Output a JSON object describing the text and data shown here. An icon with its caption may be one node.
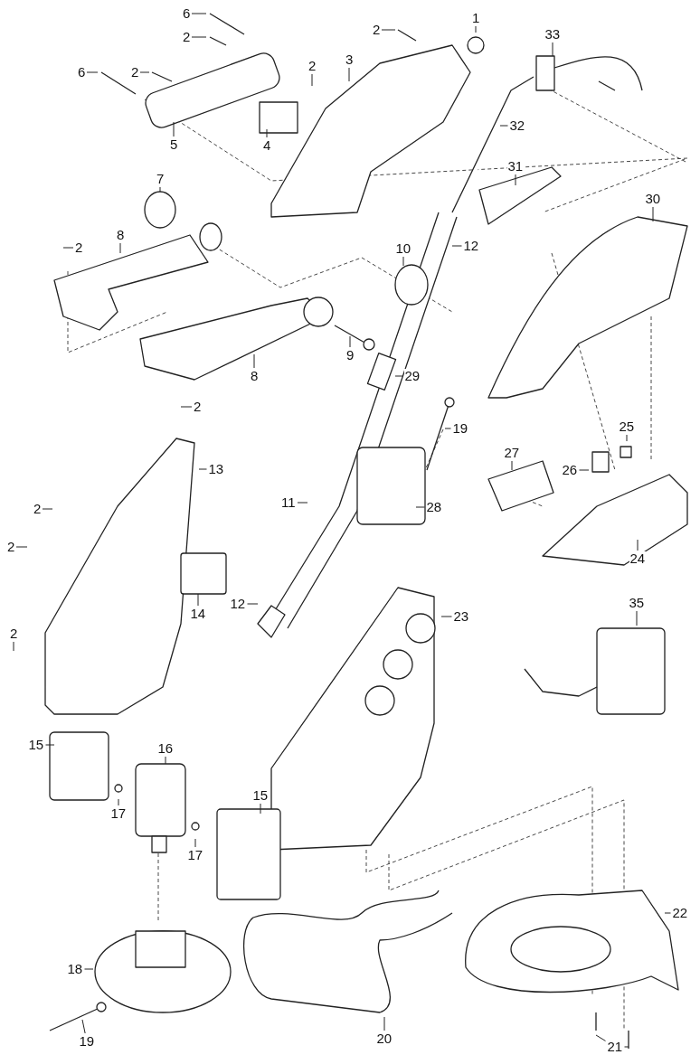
{
  "diagram": {
    "nodes": [
      {
        "text": [
          "6"
        ]
      },
      {
        "text": [
          "1"
        ]
      },
      {
        "text": [
          "2"
        ]
      },
      {
        "text": [
          "33"
        ]
      },
      {
        "text": [
          "2"
        ]
      },
      {
        "text": [
          "3"
        ]
      },
      {
        "text": [
          "2"
        ]
      },
      {
        "text": [
          "6"
        ]
      },
      {
        "text": [
          "2"
        ]
      },
      {
        "text": [
          "32"
        ]
      },
      {
        "text": [
          "5"
        ]
      },
      {
        "text": [
          "4"
        ]
      },
      {
        "text": [
          "7"
        ]
      },
      {
        "text": [
          "31"
        ]
      },
      {
        "text": [
          "30"
        ]
      },
      {
        "text": [
          "8"
        ]
      },
      {
        "text": [
          "2"
        ]
      },
      {
        "text": [
          "12"
        ]
      },
      {
        "text": [
          "10"
        ]
      },
      {
        "text": [
          "9"
        ]
      },
      {
        "text": [
          "8"
        ]
      },
      {
        "text": [
          "29"
        ]
      },
      {
        "text": [
          "2"
        ]
      },
      {
        "text": [
          "19"
        ]
      },
      {
        "text": [
          "25"
        ]
      },
      {
        "text": [
          "27"
        ]
      },
      {
        "text": [
          "26"
        ]
      },
      {
        "text": [
          "13"
        ]
      },
      {
        "text": [
          "2"
        ]
      },
      {
        "text": [
          "11"
        ]
      },
      {
        "text": [
          "28"
        ]
      },
      {
        "text": [
          "2"
        ]
      },
      {
        "text": [
          "24"
        ]
      },
      {
        "text": [
          "14"
        ]
      },
      {
        "text": [
          "12"
        ]
      },
      {
        "text": [
          "23"
        ]
      },
      {
        "text": [
          "35"
        ]
      },
      {
        "text": [
          "2"
        ]
      },
      {
        "text": [
          "15"
        ]
      },
      {
        "text": [
          "16"
        ]
      },
      {
        "text": [
          "17"
        ]
      },
      {
        "text": [
          "15"
        ]
      },
      {
        "text": [
          "17"
        ]
      },
      {
        "text": [
          "22"
        ]
      },
      {
        "text": [
          "18"
        ]
      },
      {
        "text": [
          "20"
        ]
      },
      {
        "text": [
          "19"
        ]
      },
      {
        "text": [
          "21"
        ]
      }
    ],
    "edges": [
      {
        "from": 0,
        "to": null,
        "arrow": "none"
      },
      {
        "from": 1,
        "to": null,
        "arrow": "none"
      },
      {
        "from": 2,
        "to": null,
        "arrow": "none"
      },
      {
        "from": 3,
        "to": null,
        "arrow": "none"
      },
      {
        "from": 4,
        "to": null,
        "arrow": "none"
      },
      {
        "from": 5,
        "to": null,
        "arrow": "none"
      },
      {
        "from": 6,
        "to": null,
        "arrow": "none"
      },
      {
        "from": 7,
        "to": null,
        "arrow": "none"
      },
      {
        "from": 8,
        "to": null,
        "arrow": "none"
      },
      {
        "from": 9,
        "to": null,
        "arrow": "none"
      },
      {
        "from": 10,
        "to": null,
        "arrow": "none"
      },
      {
        "from": 11,
        "to": null,
        "arrow": "none"
      },
      {
        "from": 12,
        "to": null,
        "arrow": "none"
      },
      {
        "from": 13,
        "to": null,
        "arrow": "none"
      },
      {
        "from": 14,
        "to": null,
        "arrow": "none"
      },
      {
        "from": 15,
        "to": null,
        "arrow": "none"
      },
      {
        "from": 16,
        "to": null,
        "arrow": "none"
      },
      {
        "from": 17,
        "to": null,
        "arrow": "none"
      },
      {
        "from": 18,
        "to": null,
        "arrow": "none"
      },
      {
        "from": 19,
        "to": null,
        "arrow": "none"
      },
      {
        "from": 20,
        "to": null,
        "arrow": "none"
      },
      {
        "from": 21,
        "to": null,
        "arrow": "none"
      },
      {
        "from": 22,
        "to": null,
        "arrow": "none"
      },
      {
        "from": 23,
        "to": null,
        "arrow": "none"
      },
      {
        "from": 24,
        "to": null,
        "arrow": "none"
      },
      {
        "from": 25,
        "to": null,
        "arrow": "none"
      },
      {
        "from": 26,
        "to": null,
        "arrow": "none"
      },
      {
        "from": 27,
        "to": null,
        "arrow": "none"
      },
      {
        "from": 28,
        "to": null,
        "arrow": "none"
      },
      {
        "from": 29,
        "to": null,
        "arrow": "none"
      },
      {
        "from": 30,
        "to": null,
        "arrow": "none"
      },
      {
        "from": 31,
        "to": null,
        "arrow": "none"
      },
      {
        "from": 32,
        "to": null,
        "arrow": "none"
      },
      {
        "from": 33,
        "to": null,
        "arrow": "none"
      },
      {
        "from": 34,
        "to": null,
        "arrow": "none"
      },
      {
        "from": 35,
        "to": null,
        "arrow": "none"
      },
      {
        "from": 36,
        "to": null,
        "arrow": "none"
      },
      {
        "from": 37,
        "to": null,
        "arrow": "none"
      },
      {
        "from": 38,
        "to": null,
        "arrow": "none"
      },
      {
        "from": 39,
        "to": null,
        "arrow": "none"
      },
      {
        "from": 40,
        "to": null,
        "arrow": "none"
      },
      {
        "from": 41,
        "to": null,
        "arrow": "none"
      },
      {
        "from": 42,
        "to": null,
        "arrow": "none"
      },
      {
        "from": 43,
        "to": null,
        "arrow": "none"
      },
      {
        "from": 44,
        "to": null,
        "arrow": "none"
      },
      {
        "from": 45,
        "to": null,
        "arrow": "none"
      },
      {
        "from": 46,
        "to": null,
        "arrow": "none"
      },
      {
        "from": 47,
        "to": null,
        "arrow": "none"
      },
      {
        "from": 47,
        "to": null,
        "arrow": "none"
      }
    ]
  }
}
